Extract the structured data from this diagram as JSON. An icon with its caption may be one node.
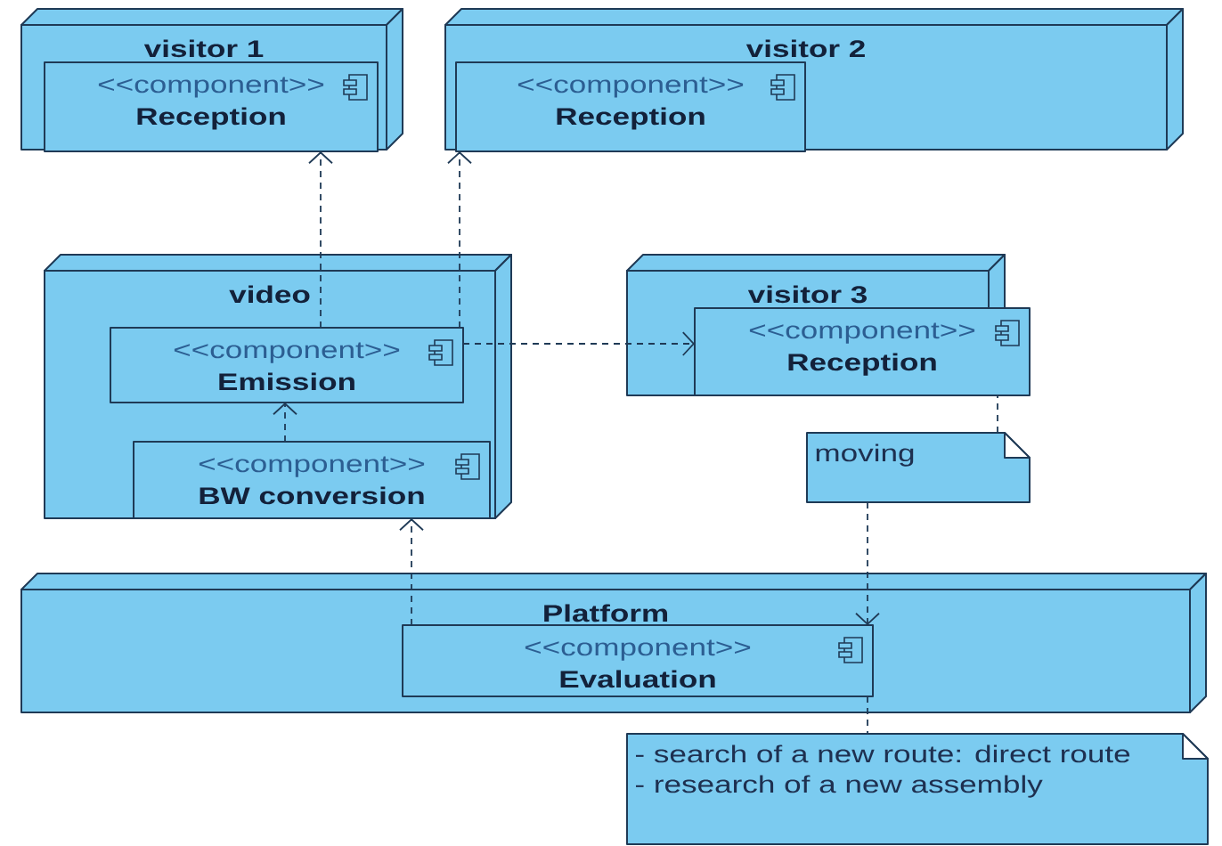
{
  "diagram": {
    "nodes": [
      {
        "text": [
          "visitor 1"
        ]
      },
      {
        "text": [
          "<<component>>",
          "Reception"
        ],
        "in": 0
      },
      {
        "text": [
          "visitor 2"
        ]
      },
      {
        "text": [
          "<<component>>",
          "Reception"
        ],
        "in": 2
      },
      {
        "text": [
          "video"
        ]
      },
      {
        "text": [
          "<<component>>",
          "Emission"
        ],
        "in": 4
      },
      {
        "text": [
          "<<component>>",
          "BW conversion"
        ],
        "in": 4
      },
      {
        "text": [
          "visitor 3"
        ]
      },
      {
        "text": [
          "<<component>>",
          "Reception"
        ],
        "in": 7
      },
      {
        "text": [
          "moving"
        ]
      },
      {
        "text": [
          "Platform"
        ]
      },
      {
        "text": [
          "<<component>>",
          "Evaluation"
        ],
        "in": 10
      },
      {
        "text": [
          "- search of a new route: direct route",
          "- research of a new assembly"
        ]
      }
    ],
    "edges": [
      {
        "from": 5,
        "to": 1,
        "arrow": "to",
        "style": "dashed"
      },
      {
        "from": 5,
        "to": 3,
        "arrow": "to",
        "style": "dashed"
      },
      {
        "from": 5,
        "to": 8,
        "arrow": "to",
        "style": "dashed"
      },
      {
        "from": 6,
        "to": 5,
        "arrow": "to",
        "style": "dashed"
      },
      {
        "from": 11,
        "to": 6,
        "arrow": "to",
        "style": "dashed"
      },
      {
        "from": 9,
        "to": 11,
        "arrow": "to",
        "style": "dashed"
      },
      {
        "from": 9,
        "to": 8,
        "arrow": "none",
        "style": "dashed"
      },
      {
        "from": 11,
        "to": 12,
        "arrow": "none",
        "style": "dashed"
      }
    ]
  }
}
